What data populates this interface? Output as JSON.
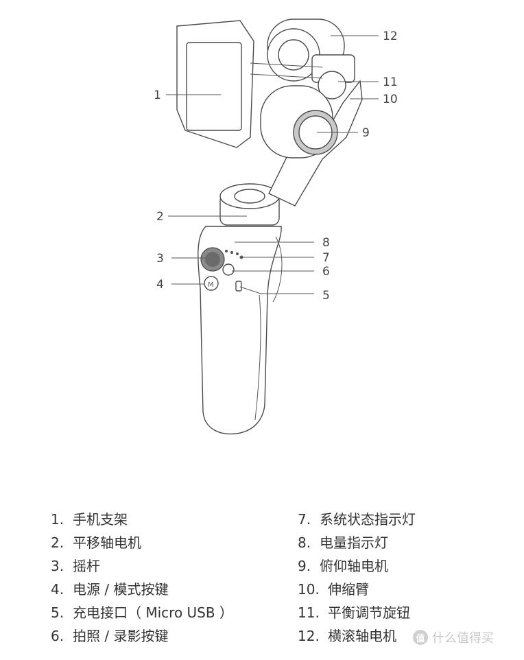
{
  "callouts": [
    {
      "num": "1",
      "part": "手机支架"
    },
    {
      "num": "2",
      "part": "平移轴电机"
    },
    {
      "num": "3",
      "part": "摇杆"
    },
    {
      "num": "4",
      "part": "电源 / 模式按键"
    },
    {
      "num": "5",
      "part": "充电接口（ Micro USB ）"
    },
    {
      "num": "6",
      "part": "拍照 / 录影按键"
    },
    {
      "num": "7",
      "part": "系统状态指示灯"
    },
    {
      "num": "8",
      "part": "电量指示灯"
    },
    {
      "num": "9",
      "part": "俯仰轴电机"
    },
    {
      "num": "10",
      "part": "伸缩臂"
    },
    {
      "num": "11",
      "part": "平衡调节旋钮"
    },
    {
      "num": "12",
      "part": "横滚轴电机"
    }
  ],
  "legend_left": [
    {
      "num": "1.",
      "label": "手机支架"
    },
    {
      "num": "2.",
      "label": "平移轴电机"
    },
    {
      "num": "3.",
      "label": "摇杆"
    },
    {
      "num": "4.",
      "label": "电源 / 模式按键"
    },
    {
      "num": "5.",
      "label": "充电接口（ Micro USB ）"
    },
    {
      "num": "6.",
      "label": "拍照 / 录影按键"
    }
  ],
  "legend_right": [
    {
      "num": "7.",
      "label": "系统状态指示灯"
    },
    {
      "num": "8.",
      "label": "电量指示灯"
    },
    {
      "num": "9.",
      "label": "俯仰轴电机"
    },
    {
      "num": "10.",
      "label": "伸缩臂"
    },
    {
      "num": "11.",
      "label": "平衡调节旋钮"
    },
    {
      "num": "12.",
      "label": "横滚轴电机"
    }
  ],
  "watermark": {
    "badge": "值",
    "text": "什么值得买"
  },
  "colors": {
    "line": "#4a4a4a",
    "text": "#333333",
    "ring_gray": "#c9c9c9",
    "watermark": "#c8c8c8"
  }
}
